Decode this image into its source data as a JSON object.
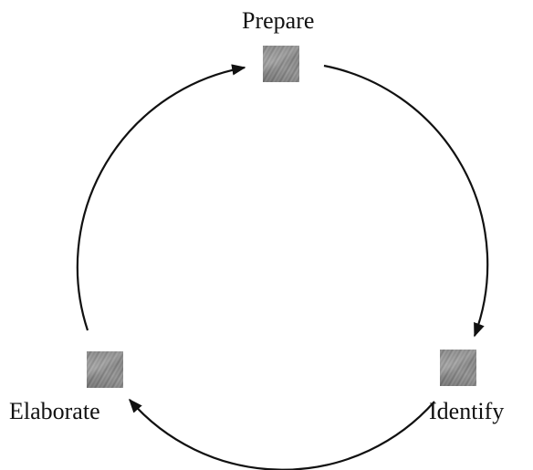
{
  "stages": [
    {
      "label": "Prepare",
      "image_type": "textured-gray-tile"
    },
    {
      "label": "Identify",
      "image_type": "textured-gray-tile"
    },
    {
      "label": "Elaborate",
      "image_type": "textured-gray-tile"
    }
  ],
  "colors": {
    "arrow": "#111111",
    "text": "#111111",
    "tile": "#8f8f8f"
  }
}
